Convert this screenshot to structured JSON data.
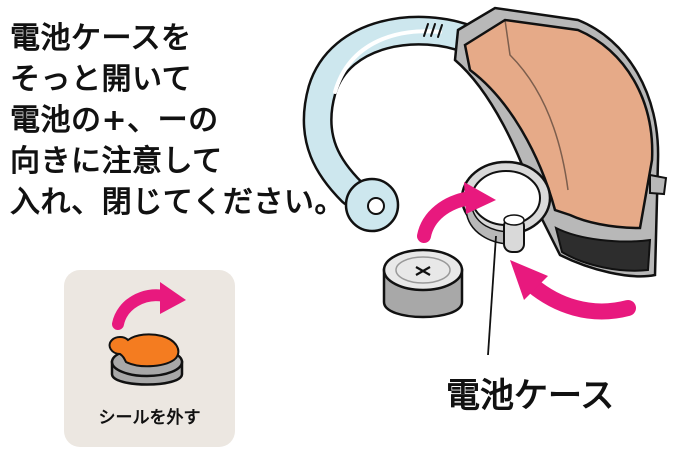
{
  "instructions": {
    "lines": [
      "電池ケースを",
      "そっと開いて",
      "電池の+、ーの",
      "向きに注意して",
      "入れ、閉じてください。"
    ]
  },
  "battery_case_label": "電池ケース",
  "sticker_panel": {
    "caption": "シールを外す"
  },
  "colors": {
    "arrow": "#e8197e",
    "skin": "#e6aa88",
    "tube": "#cde7ee",
    "sticker": "#f47c20",
    "battery": "#a8a8a8",
    "panel": "#ece7e1"
  }
}
